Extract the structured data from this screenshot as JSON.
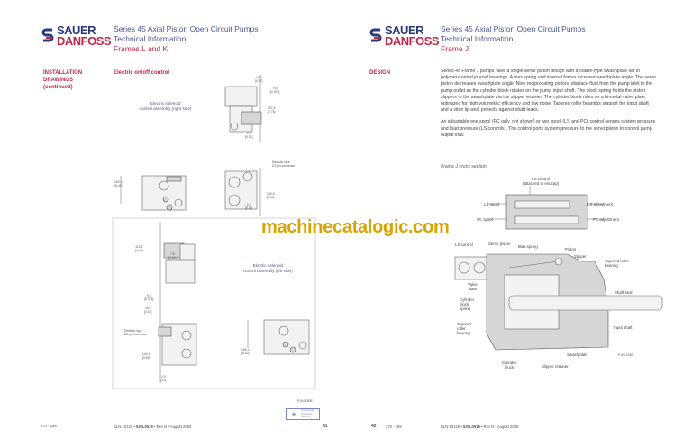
{
  "brand": {
    "line1": "SAUER",
    "line2": "DANFOSS"
  },
  "left_page": {
    "header": {
      "line1": "Series 45 Axial Piston Open Circuit Pumps",
      "line2": "Technical Information",
      "line3": "Frames L and K"
    },
    "section": {
      "line1": "INSTALLATION",
      "line2": "DRAWINGS",
      "line3": "(continued)"
    },
    "heading": "Electric on/off control",
    "captions": {
      "right_side": [
        "Electric solenoid",
        "control assembly (right side)"
      ],
      "left_side": [
        "Electric solenoid",
        "control assembly (left side)"
      ],
      "connector_top": [
        "Deutsch type",
        "DJ pin connector"
      ],
      "connector_bottom": [
        "Deutsch type",
        "DJ pin connector"
      ]
    },
    "dims": {
      "d1": [
        "16.9",
        "[0.67]"
      ],
      "d2": [
        "9.5",
        "[0.375]"
      ],
      "d3": [
        "197.6",
        "[7.78]"
      ],
      "d4": [
        "7.8",
        "[0.31]"
      ],
      "d5": [
        "163.0",
        "[6.42]"
      ],
      "d6": [
        "140.5",
        "[5.44]"
      ],
      "d7": [
        "2.9",
        "[0.11]"
      ],
      "d8": [
        "113.8",
        "[4.48]"
      ],
      "d9": [
        "7.8",
        "[0.31]"
      ],
      "d10": [
        "9.5",
        "[0.375]"
      ],
      "d11": [
        "16.9",
        "[0.67]"
      ],
      "d12": [
        "144.5",
        "[5.69]"
      ],
      "d13": [
        "163.2",
        "[6.42]"
      ],
      "d14": [
        "2.9",
        "[.11]"
      ]
    },
    "figure_id": "P104 180E",
    "projection": [
      "Third angle",
      "projection",
      "view (or)"
    ],
    "footer": {
      "code": "270 - 198",
      "doc_pre": "BLN-10128 • ",
      "doc_bold": "520L0519",
      "doc_post": " • Rev D • August 2005",
      "page": "41"
    }
  },
  "right_page": {
    "header": {
      "line1": "Series 45 Axial Piston Open Circuit Pumps",
      "line2": "Technical Information",
      "line3": "Frame J"
    },
    "section": "DESIGN",
    "paragraphs": [
      "Series 45 Frame J pumps have a single servo piston design with a cradle-type swashplate set in polymer-coated journal bearings. A bias spring and internal forces increase swashplate angle. The servo piston decreases swashplate angle. Nine reciprocating pistons displace fluid from the pump inlet to the pump outlet as the cylinder block rotates on the pump input shaft. The block spring holds the piston slippers to the swashplate via the slipper retainer. The cylinder block rides on a bi-metal valve plate optimized for high volumetric efficiency and low noise. Tapered roller bearings support the input shaft and a viton lip-seal protects against shaft leaks.",
      "An adjustable one spool (PC only, not shown) or two spool (LS and PC) control senses system pressure and load pressure (LS controls). The control ports system pressure to the servo piston to control pump output flow."
    ],
    "figure_title": "Frame J cross section",
    "labels": {
      "ls_control_top": [
        "LS control",
        "(attached to endcap)"
      ],
      "ls_spool": "LS spool",
      "pc_spool": "PC spool",
      "ls_adjustment": "LS adjustment",
      "pc_adjustment": "PC adjustment",
      "ls_control": "LS control",
      "servo_piston": "Servo piston",
      "bias_spring": "Bias spring",
      "piston": "Piston",
      "slipper": "Slipper",
      "tapered_top": [
        "Tapered roller",
        "bearing"
      ],
      "valve_plate": [
        "Valve",
        "plate"
      ],
      "shaft_seal": "Shaft seal",
      "cylinder_spring": [
        "Cylinder",
        "block",
        "spring"
      ],
      "tapered_bottom": [
        "Tapered",
        "roller",
        "bearing"
      ],
      "input_shaft": "Input shaft",
      "swashplate": "Swashplate",
      "cylinder_block": [
        "Cylinder",
        "block"
      ],
      "slipper_retainer": "Slipper retainer"
    },
    "figure_id": "P104 204E",
    "footer": {
      "page": "42",
      "code": "270 - 199",
      "doc_pre": "BLN-10128 • ",
      "doc_bold": "520L0519",
      "doc_post": " • Rev D • August 2005"
    }
  },
  "watermark": "machinecatalogic.com"
}
